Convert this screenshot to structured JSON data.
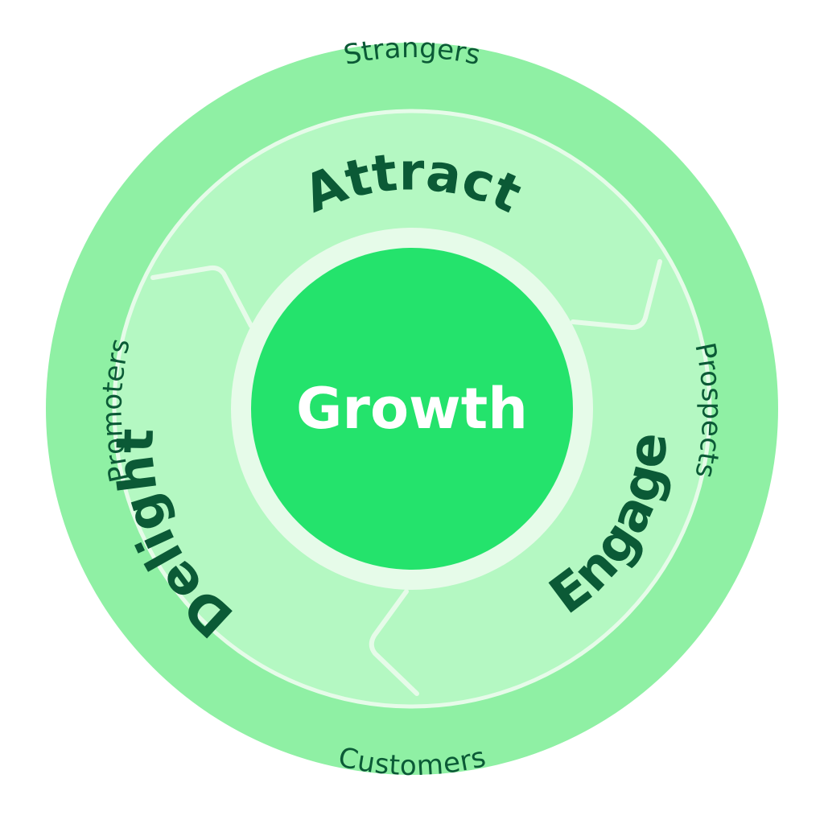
{
  "diagram": {
    "center": {
      "label": "Growth"
    },
    "stages": [
      {
        "id": "attract",
        "label": "Attract"
      },
      {
        "id": "engage",
        "label": "Engage"
      },
      {
        "id": "delight",
        "label": "Delight"
      }
    ],
    "audiences": [
      {
        "id": "strangers",
        "label": "Strangers"
      },
      {
        "id": "prospects",
        "label": "Prospects"
      },
      {
        "id": "customers",
        "label": "Customers"
      },
      {
        "id": "promoters",
        "label": "Promoters"
      }
    ]
  },
  "colors": {
    "outer_ring": "#8ff0a4",
    "stage_ring": "#b4f8c2",
    "inner_ring": "#e6fbe9",
    "center": "#24e36c",
    "label_text": "#0b5a36",
    "center_text": "#ffffff"
  }
}
